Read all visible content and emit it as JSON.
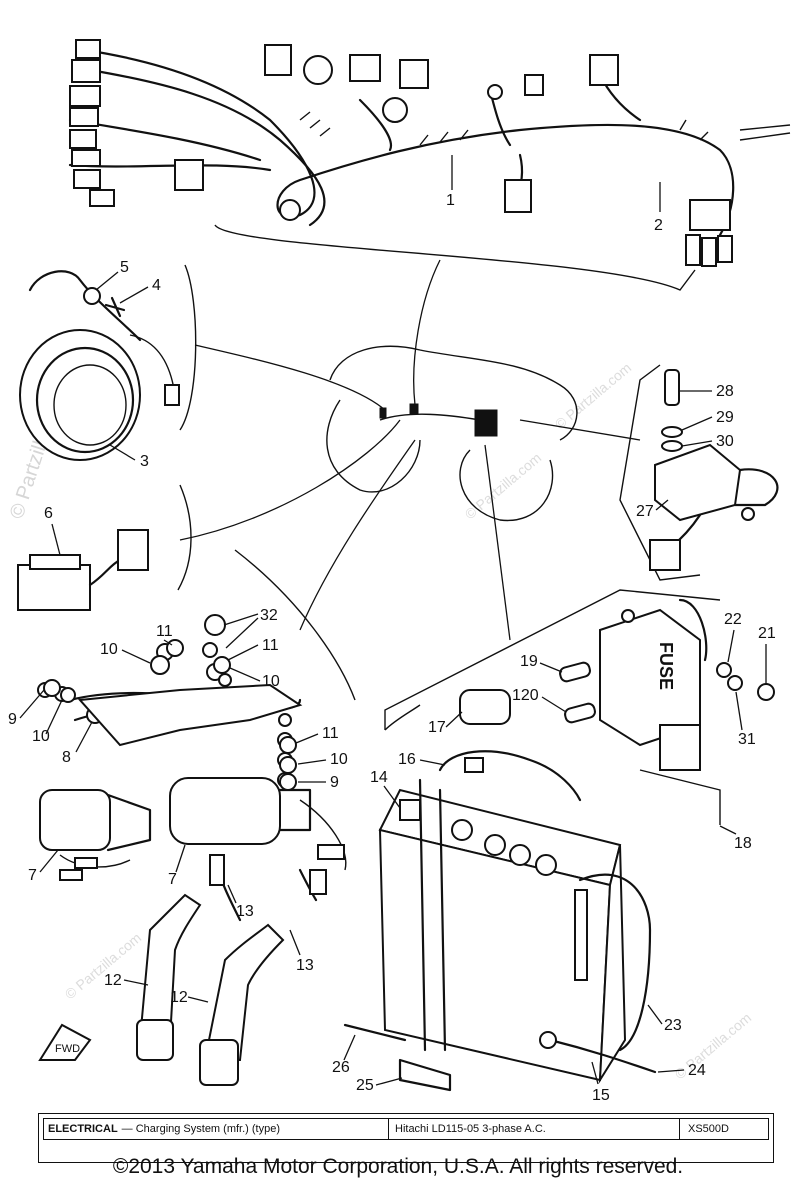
{
  "watermarks": {
    "left_vertical": "© Partzilla.com",
    "faint": "© Partzilla.com"
  },
  "callouts": [
    "1",
    "2",
    "3",
    "4",
    "5",
    "6",
    "7",
    "7",
    "8",
    "9",
    "9",
    "10",
    "10",
    "10",
    "10",
    "11",
    "11",
    "11",
    "12",
    "12",
    "13",
    "13",
    "14",
    "15",
    "16",
    "17",
    "18",
    "19",
    "120",
    "21",
    "22",
    "23",
    "24",
    "25",
    "26",
    "27",
    "28",
    "29",
    "30",
    "31",
    "32"
  ],
  "labels": {
    "fuse_marking": "FUSE",
    "fwd_marking": "FWD"
  },
  "caption": {
    "title": "ELECTRICAL",
    "subtitle": "— Charging System (mfr.) (type)",
    "spec": "Hitachi LD115-05 3-phase A.C.",
    "model": "XS500D"
  },
  "copyright": "©2013 Yamaha Motor Corporation, U.S.A. All rights reserved."
}
